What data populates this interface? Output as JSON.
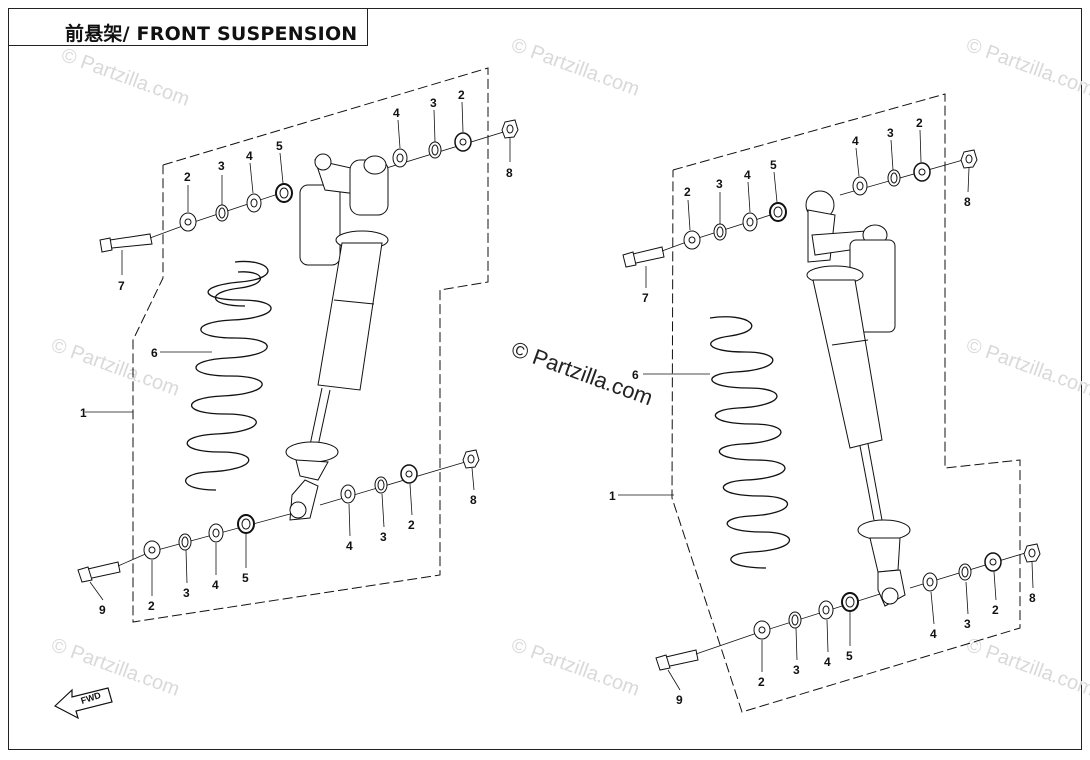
{
  "title": "前悬架/ FRONT SUSPENSION",
  "watermark": "© Partzilla.com",
  "watermark_center": "© Partzilla.com",
  "fwd_label": "FWD",
  "callouts": {
    "c1": "1",
    "c2": "2",
    "c3": "3",
    "c4": "4",
    "c5": "5",
    "c6": "6",
    "c7": "7",
    "c8": "8",
    "c9": "9"
  }
}
